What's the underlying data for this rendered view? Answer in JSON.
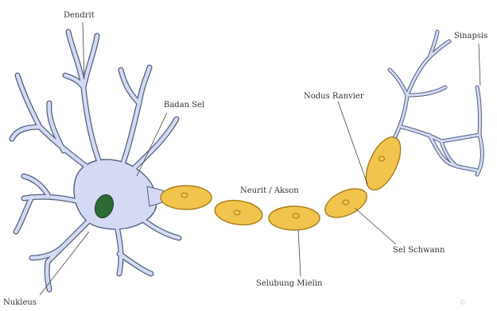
{
  "diagram": {
    "labels": {
      "dendrit": "Dendrit",
      "badan_sel": "Badan Sel",
      "akson": "Neurit / Akson",
      "nukleus": "Nukleus",
      "nodus_ranvier": "Nodus Ranvier",
      "sinapsis": "Sinapsis",
      "sel_schwann": "Sel Schwann",
      "selubung_mielin": "Selubung Mielin"
    },
    "watermark": "©"
  },
  "colors": {
    "cell_fill": "#d5daf4",
    "cell_outline": "#4f5f7e",
    "nucleus": "#2e6a38",
    "myelin": "#f1c44d",
    "myelin_outline": "#a77d18"
  }
}
